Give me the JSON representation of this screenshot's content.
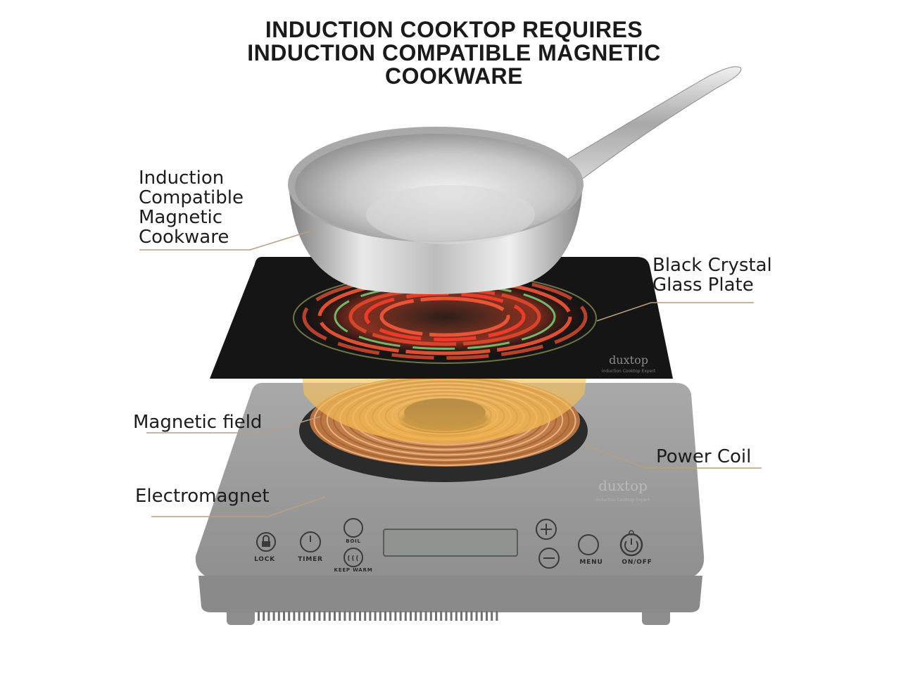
{
  "title": {
    "lines": [
      "INDUCTION COOKTOP REQUIRES",
      "INDUCTION COMPATIBLE MAGNETIC",
      "COOKWARE"
    ]
  },
  "labels": {
    "cookware": [
      "Induction",
      "Compatible",
      "Magnetic",
      "Cookware"
    ],
    "glass_plate": [
      "Black Crystal",
      "Glass Plate"
    ],
    "magnetic_field": "Magnetic field",
    "power_coil": "Power Coil",
    "electromagnet": "Electromagnet"
  },
  "brand": {
    "logo_text": "duxtop",
    "plate_tagline": "Induction Cooktop Expert",
    "base_tagline": "Induction Cooktop Expert"
  },
  "controls": {
    "lock": "LOCK",
    "timer": "TIMER",
    "boil": "BOIL",
    "keep_warm": "KEEP WARM",
    "menu": "MENU",
    "on_off": "ON/OFF"
  },
  "colors": {
    "leader_line": "#b89f7f",
    "base_gray": "#9c9c9c",
    "glass": "#141414",
    "coil_copper": "#c98a55",
    "field_glow": "#f2c56a"
  }
}
